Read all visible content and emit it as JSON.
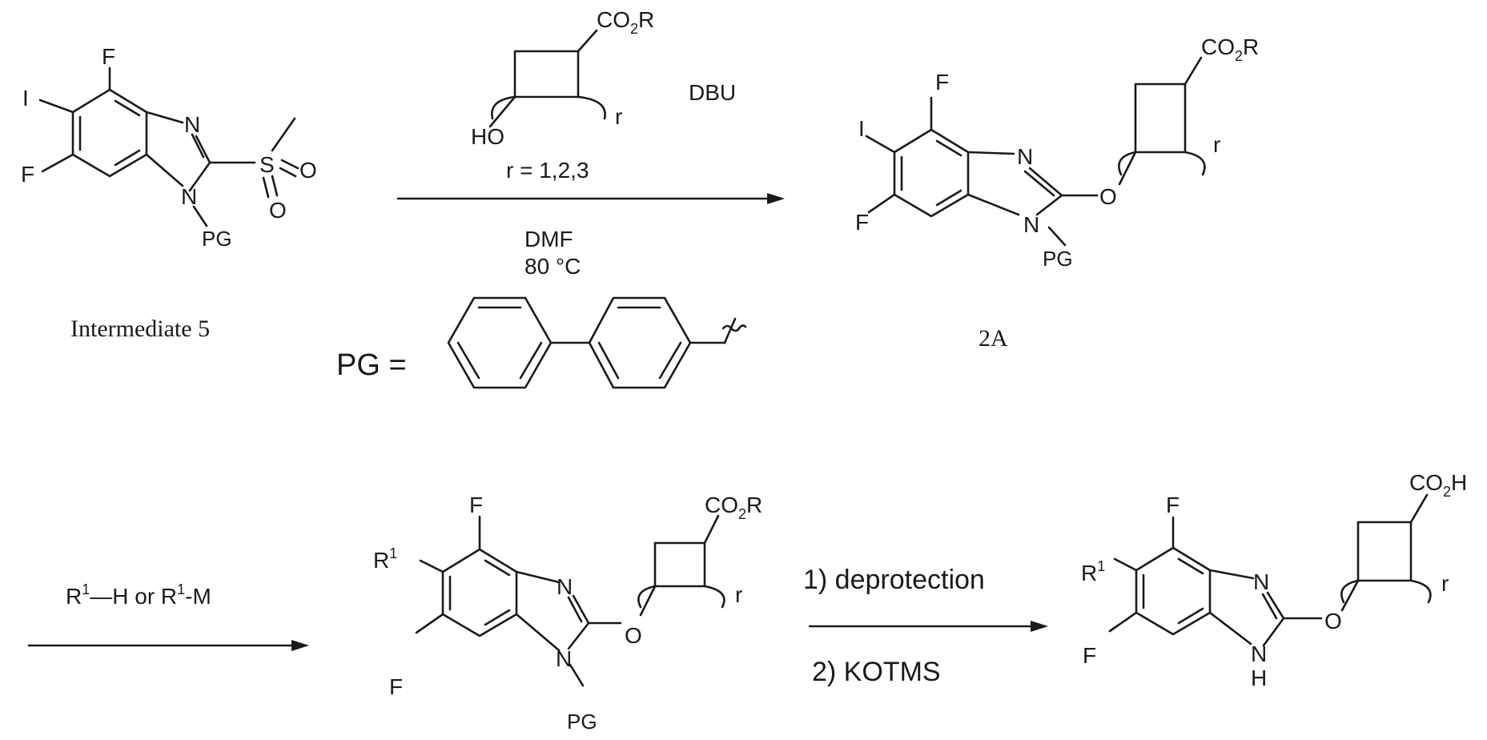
{
  "atoms": {
    "F": "F",
    "I": "I",
    "N": "N",
    "NH": "N",
    "H": "H",
    "O": "O",
    "S": "S",
    "HO": "HO",
    "PG": "PG",
    "r": "r",
    "R1": "R",
    "R1_sup": "1",
    "CO2R_main": "CO",
    "CO2R_sub": "2",
    "CO2R_tail": "R",
    "CO2H_tail": "H"
  },
  "labels": {
    "intermediate5": "Intermediate 5",
    "product2A": "2A",
    "pg_def": "PG ="
  },
  "conditions": {
    "step1_reagent": "DBU",
    "step1_r_values": "r = 1,2,3",
    "step1_solvent": "DMF",
    "step1_temp": "80 °C",
    "step2_reagent_a": "R",
    "step2_reagent_sup1": "1",
    "step2_reagent_mid": "—H or R",
    "step2_reagent_sup2": "1",
    "step2_reagent_end": "-M",
    "step3_line1": "1) deprotection",
    "step3_line2": "2) KOTMS"
  }
}
